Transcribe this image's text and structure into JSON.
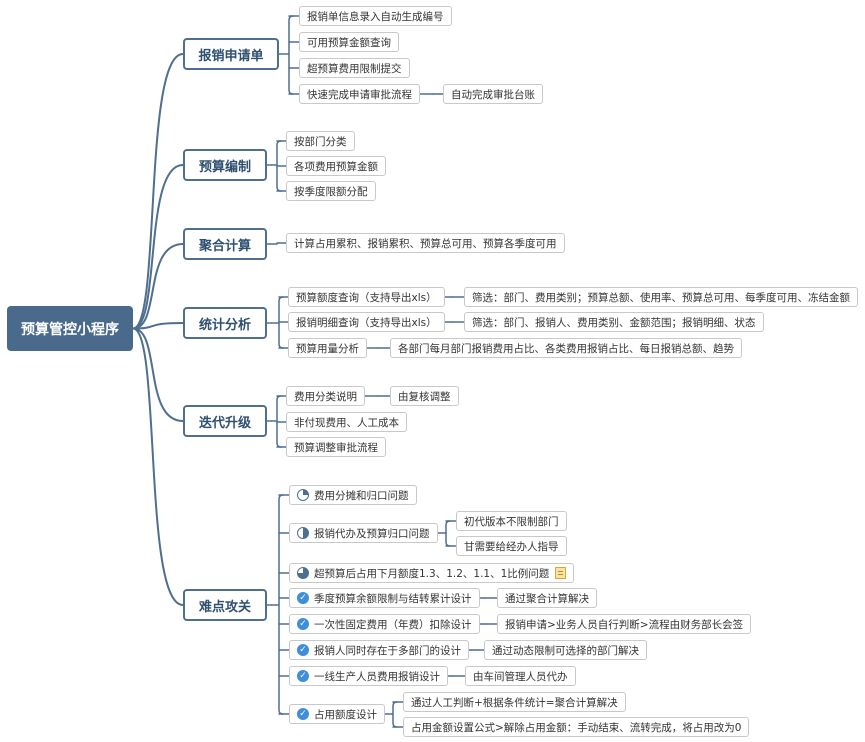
{
  "root": "预算管控小程序",
  "branches": [
    {
      "label": "报销申请单",
      "children": [
        {
          "label": "报销单信息录入自动生成编号"
        },
        {
          "label": "可用预算金额查询"
        },
        {
          "label": "超预算费用限制提交"
        },
        {
          "label": "快速完成申请审批流程",
          "children": [
            {
              "label": "自动完成审批台账"
            }
          ]
        }
      ]
    },
    {
      "label": "预算编制",
      "children": [
        {
          "label": "按部门分类"
        },
        {
          "label": "各项费用预算金额"
        },
        {
          "label": "按季度限额分配"
        }
      ]
    },
    {
      "label": "聚合计算",
      "children": [
        {
          "label": "计算占用累积、报销累积、预算总可用、预算各季度可用"
        }
      ]
    },
    {
      "label": "统计分析",
      "children": [
        {
          "label": "预算额度查询（支持导出xls）",
          "children": [
            {
              "label": "筛选：部门、费用类别；预算总额、使用率、预算总可用、每季度可用、冻结金额"
            }
          ]
        },
        {
          "label": "报销明细查询（支持导出xls）",
          "children": [
            {
              "label": "筛选：部门、报销人、费用类别、金额范围；报销明细、状态"
            }
          ]
        },
        {
          "label": "预算用量分析",
          "children": [
            {
              "label": "各部门每月部门报销费用占比、各类费用报销占比、每日报销总额、趋势"
            }
          ]
        }
      ]
    },
    {
      "label": "迭代升级",
      "children": [
        {
          "label": "费用分类说明",
          "children": [
            {
              "label": "由复核调整"
            }
          ]
        },
        {
          "label": "非付现费用、人工成本"
        },
        {
          "label": "预算调整审批流程"
        }
      ]
    },
    {
      "label": "难点攻关",
      "children": [
        {
          "label": "费用分摊和归口问题",
          "icon": "progress-quarter-icon"
        },
        {
          "label": "报销代办及预算归口问题",
          "icon": "progress-half-icon",
          "children": [
            {
              "label": "初代版本不限制部门"
            },
            {
              "label": "甘需要给经办人指导"
            }
          ]
        },
        {
          "label": "超预算后占用下月额度1.3、1.2、1.1、1比例问题",
          "icon": "progress-three-quarter-icon",
          "note": "note-icon"
        },
        {
          "label": "季度预算余额限制与结转累计设计",
          "icon": "task-done-icon",
          "children": [
            {
              "label": "通过聚合计算解决"
            }
          ]
        },
        {
          "label": "一次性固定费用（年费）扣除设计",
          "icon": "task-done-icon",
          "children": [
            {
              "label": "报销申请>业务人员自行判断>流程由财务部长会签"
            }
          ]
        },
        {
          "label": "报销人同时存在于多部门的设计",
          "icon": "task-done-icon",
          "children": [
            {
              "label": "通过动态限制可选择的部门解决"
            }
          ]
        },
        {
          "label": "一线生产人员费用报销设计",
          "icon": "task-done-icon",
          "children": [
            {
              "label": "由车间管理人员代办"
            }
          ]
        },
        {
          "label": "占用额度设计",
          "icon": "task-done-icon",
          "children": [
            {
              "label": "通过人工判断+根据条件统计=聚合计算解决"
            },
            {
              "label": "占用金额设置公式>解除占用金额：手动结束、流转完成，将占用改为0"
            }
          ]
        }
      ]
    }
  ],
  "colors": {
    "root_fill": "#4a6a8c",
    "main_border": "#4f6f8f",
    "connector": "#4f6f8f",
    "done_icon": "#3f8fd8"
  }
}
